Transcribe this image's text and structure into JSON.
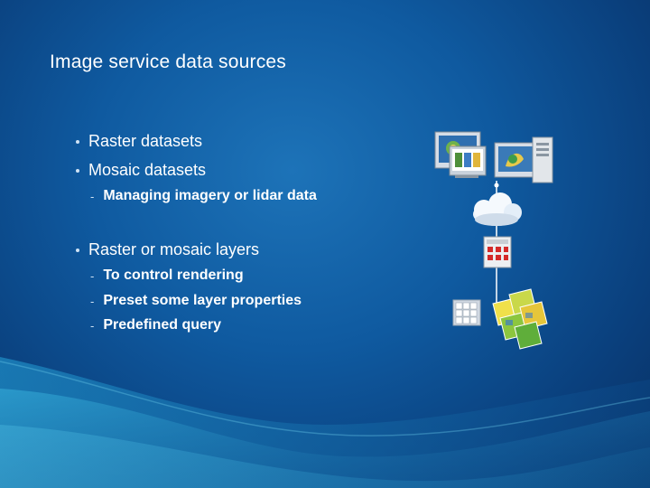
{
  "slide": {
    "title": "Image service data sources",
    "bullets": [
      {
        "text": "Raster datasets",
        "subs": []
      },
      {
        "text": "Mosaic datasets",
        "subs": [
          "Managing imagery or lidar data"
        ]
      },
      {
        "text": "Raster or mosaic layers",
        "subs": [
          "To control rendering",
          "Preset some layer properties",
          "Predefined query"
        ]
      }
    ],
    "bullet_glyph": "•",
    "sub_glyph": "-"
  },
  "icons": {
    "workstation": "computer-screens-icon",
    "server": "server-tower-icon",
    "cloud": "cloud-icon",
    "catalog": "mosaic-catalog-icon",
    "tiles": "raster-tiles-icon",
    "footprints": "image-footprints-icon"
  },
  "colors": {
    "background": "#0f5aa0",
    "text": "#ffffff",
    "wave": "#2ea9d6",
    "catalog_red": "#d42a2a"
  }
}
